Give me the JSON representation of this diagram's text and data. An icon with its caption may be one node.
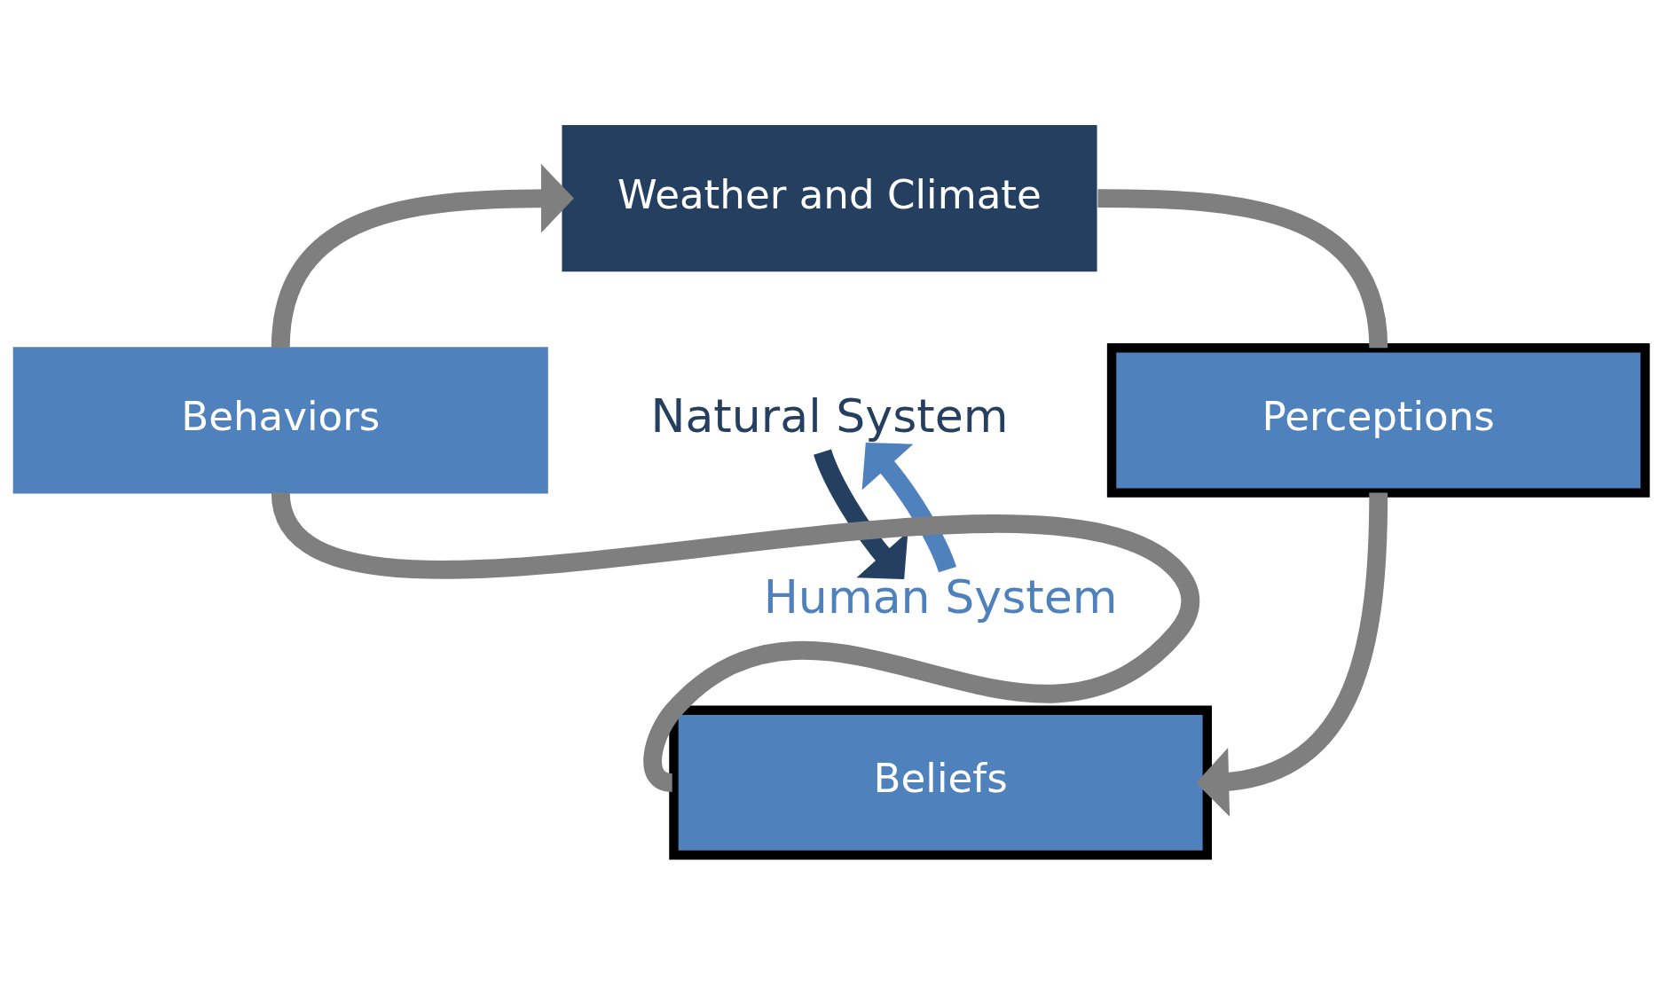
{
  "diagram": {
    "nodes": [
      {
        "text": [
          "Weather and Climate"
        ]
      },
      {
        "text": [
          "Natural System"
        ]
      },
      {
        "text": [
          "Behaviors"
        ]
      },
      {
        "text": [
          "Perceptions"
        ]
      },
      {
        "text": [
          "Human System"
        ]
      },
      {
        "text": [
          "Beliefs"
        ]
      }
    ],
    "edges": [
      {
        "from": 0,
        "to": 3,
        "arrow": "none"
      },
      {
        "from": 3,
        "to": 5,
        "arrow": "to"
      },
      {
        "from": 5,
        "to": 2,
        "arrow": "none"
      },
      {
        "from": 2,
        "to": 0,
        "arrow": "to"
      },
      {
        "from": 4,
        "to": 1,
        "arrow": "to",
        "color": "#4f81bd"
      },
      {
        "from": 1,
        "to": 4,
        "arrow": "to",
        "color": "#243f60"
      }
    ]
  }
}
